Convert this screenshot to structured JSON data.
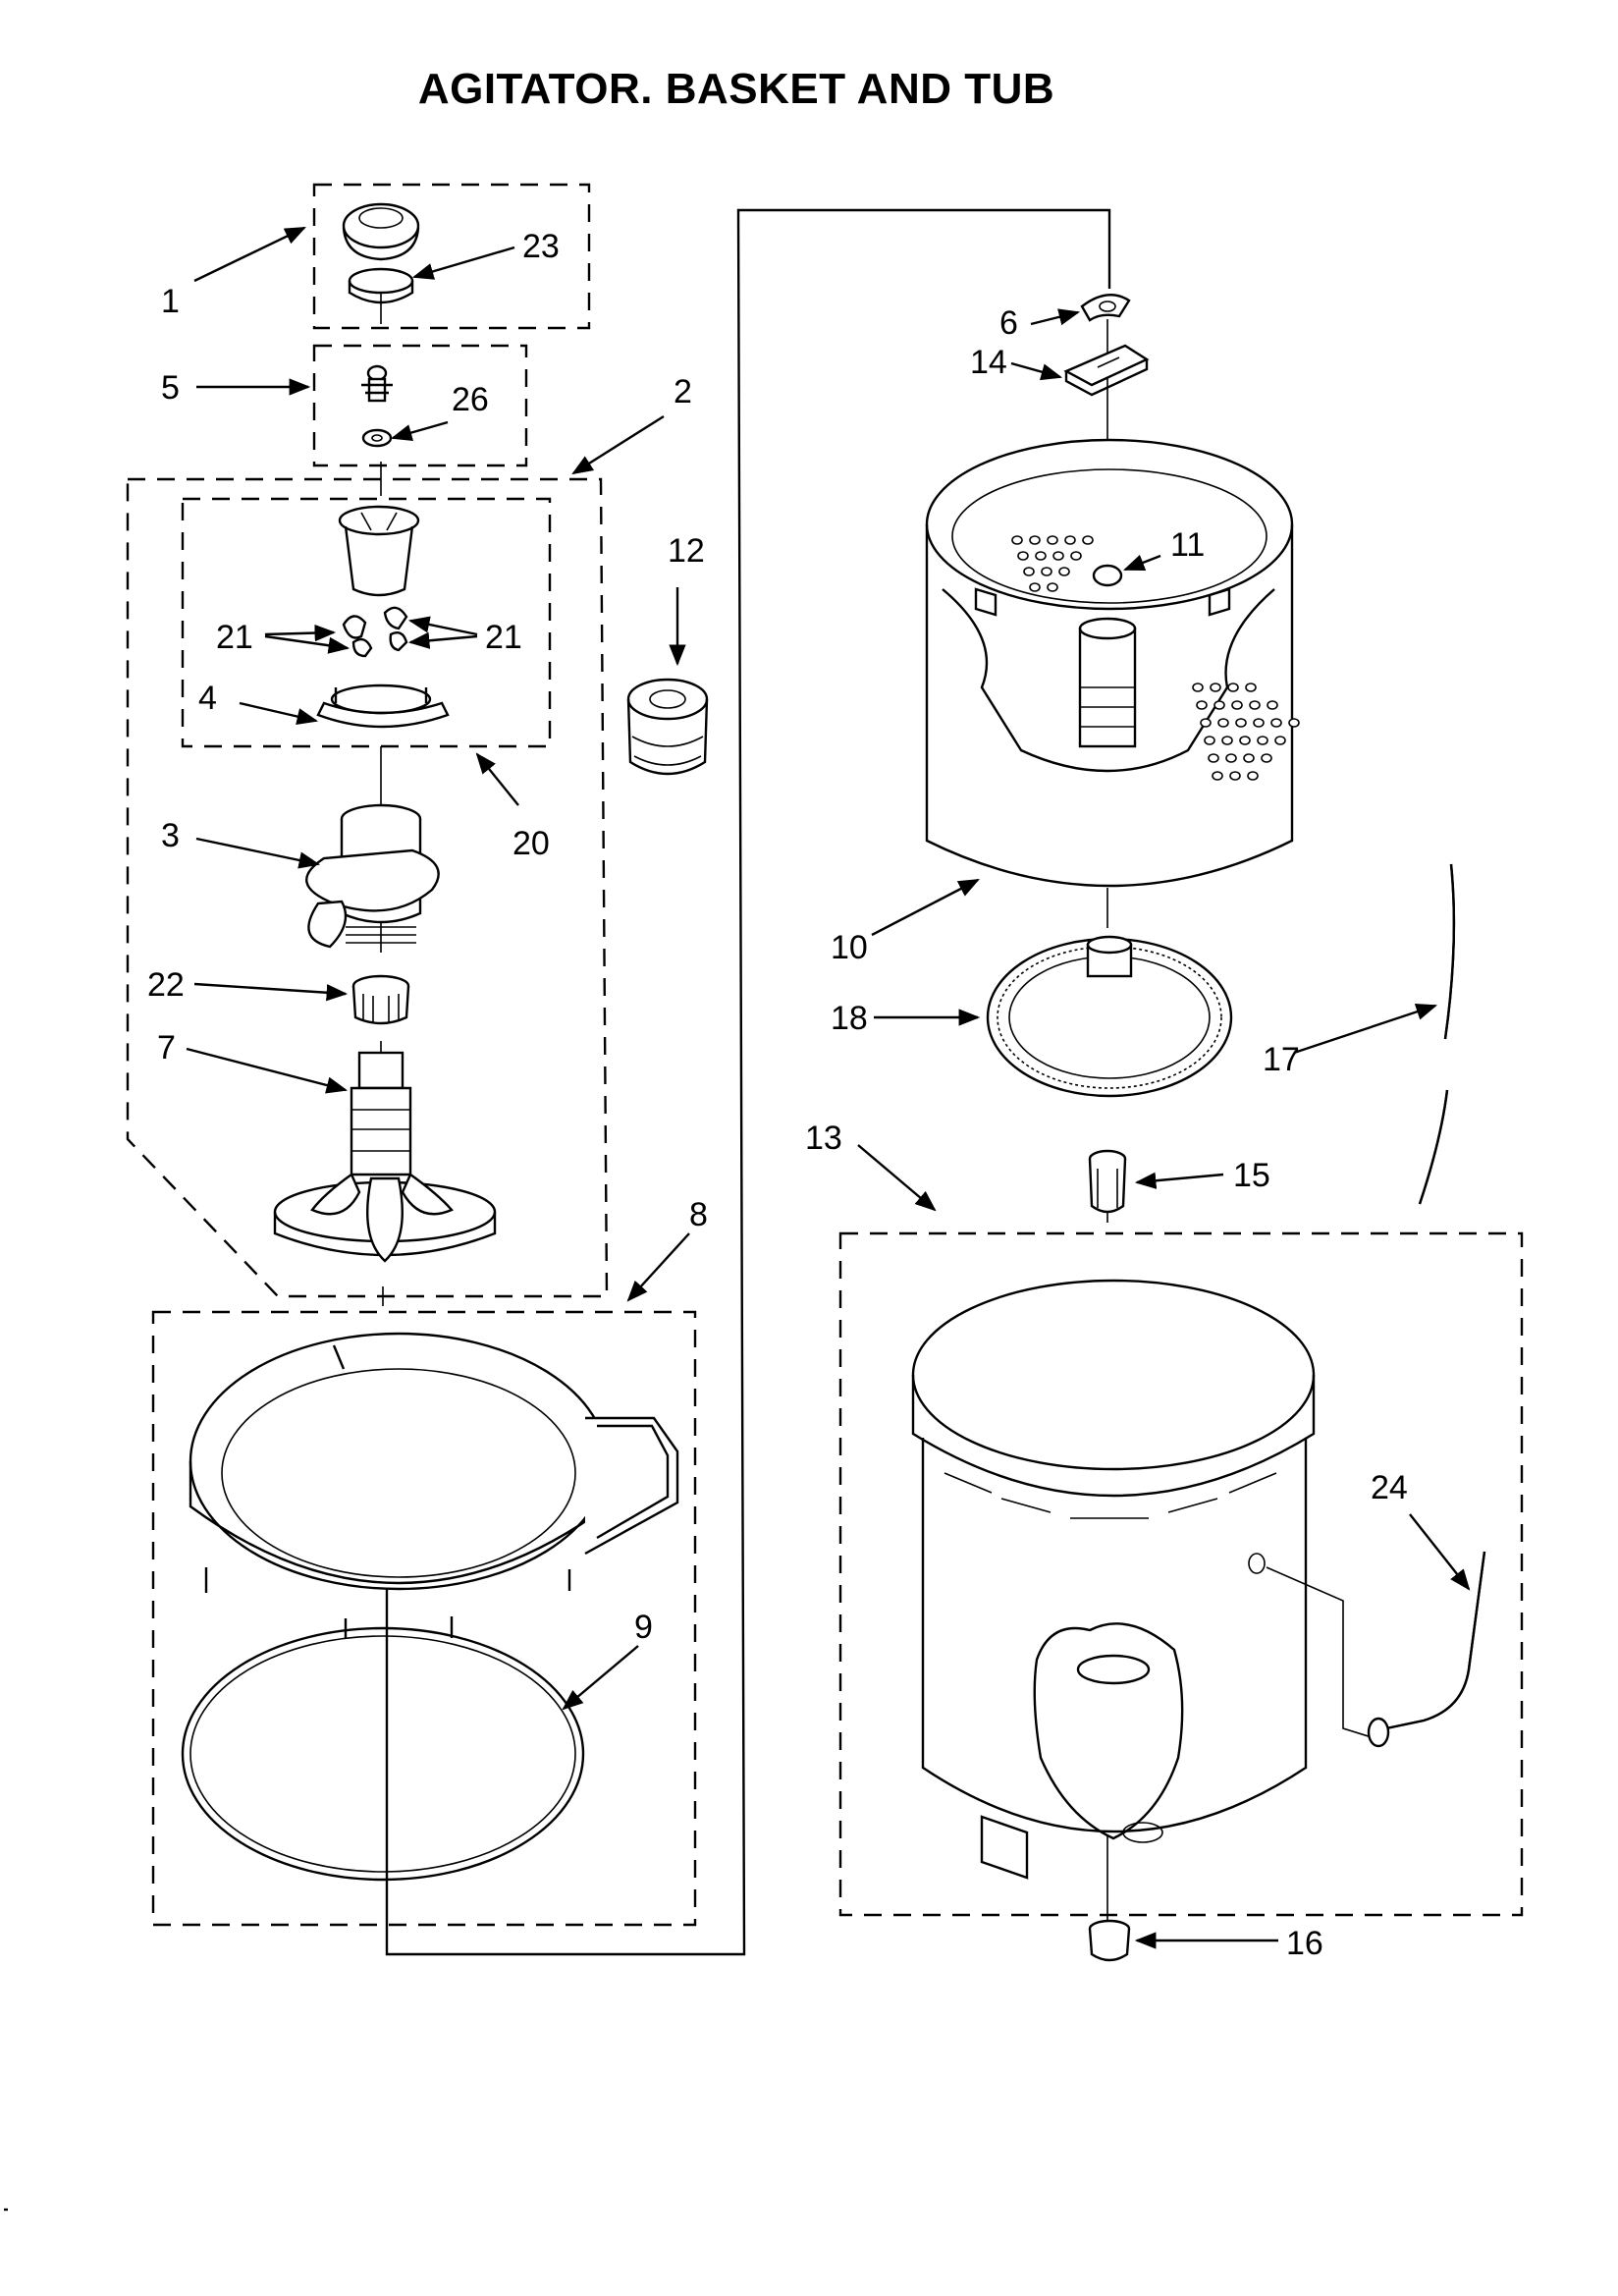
{
  "title": "AGITATOR. BASKET AND TUB",
  "callouts": {
    "c1": "1",
    "c2": "2",
    "c3": "3",
    "c4": "4",
    "c5": "5",
    "c6": "6",
    "c7": "7",
    "c8": "8",
    "c9": "9",
    "c10": "10",
    "c11": "11",
    "c12": "12",
    "c13": "13",
    "c14": "14",
    "c15": "15",
    "c16": "16",
    "c17": "17",
    "c18": "18",
    "c20": "20",
    "c21a": "21",
    "c21b": "21",
    "c22": "22",
    "c23": "23",
    "c24": "24",
    "c26": "26"
  }
}
